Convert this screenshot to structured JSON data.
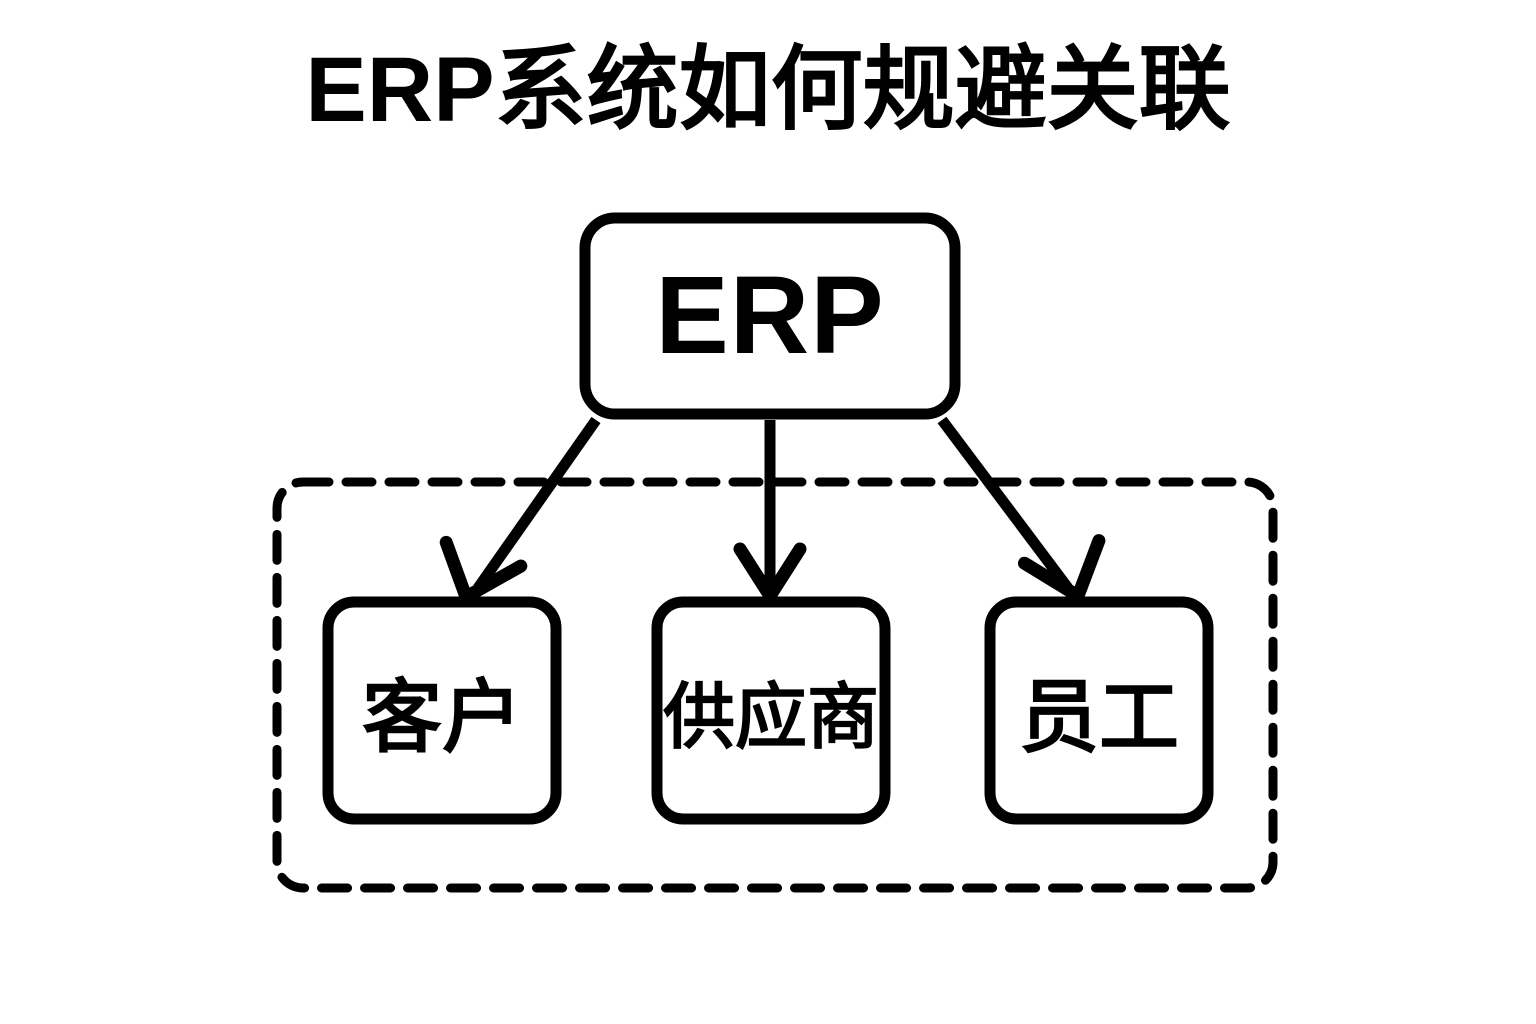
{
  "diagram": {
    "title": "ERP系统如何规避关联",
    "stroke_color": "#000000",
    "background_color": "#ffffff",
    "root": {
      "label": "ERP"
    },
    "group": {
      "style": "dashed",
      "label": ""
    },
    "children": [
      {
        "label": "客户"
      },
      {
        "label": "供应商"
      },
      {
        "label": "员工"
      }
    ],
    "connectors": [
      {
        "from": "ERP",
        "to": "客户",
        "arrow": "down-left"
      },
      {
        "from": "ERP",
        "to": "供应商",
        "arrow": "down"
      },
      {
        "from": "ERP",
        "to": "员工",
        "arrow": "down-right"
      }
    ]
  }
}
